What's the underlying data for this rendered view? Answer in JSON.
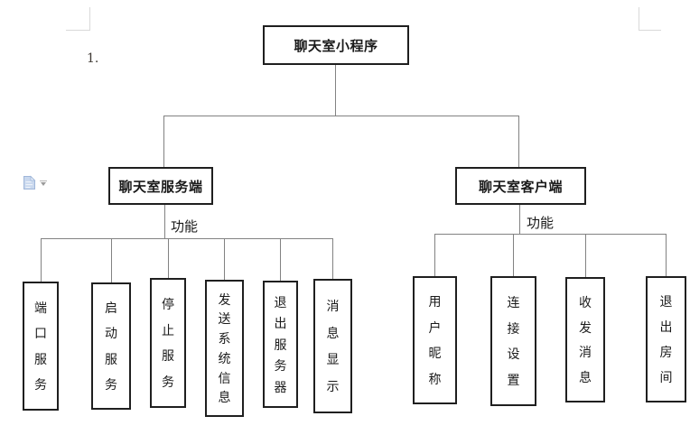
{
  "document": {
    "list_marker": "1.",
    "paste_options": {
      "icon": "paste-options-clipboard-icon",
      "dropdown_icon": "chevron-down-icon"
    }
  },
  "diagram": {
    "root_label": "聊天室小程序",
    "branches": [
      {
        "label": "聊天室服务端",
        "connector_label": "功能",
        "children": [
          "端口服务",
          "启动服务",
          "停止服务",
          "发送系统信息",
          "退出服务器",
          "消息显示"
        ]
      },
      {
        "label": "聊天室客户端",
        "connector_label": "功能",
        "children": [
          "用户昵称",
          "连接设置",
          "收发消息",
          "退出房间"
        ]
      }
    ]
  },
  "colors": {
    "connector_line": "#828282",
    "box_border": "#1f1f1f",
    "paste_icon_fill": "#c9d8ee",
    "paste_icon_stroke": "#9fb6d9",
    "margin_mark": "#d9d9d9"
  }
}
